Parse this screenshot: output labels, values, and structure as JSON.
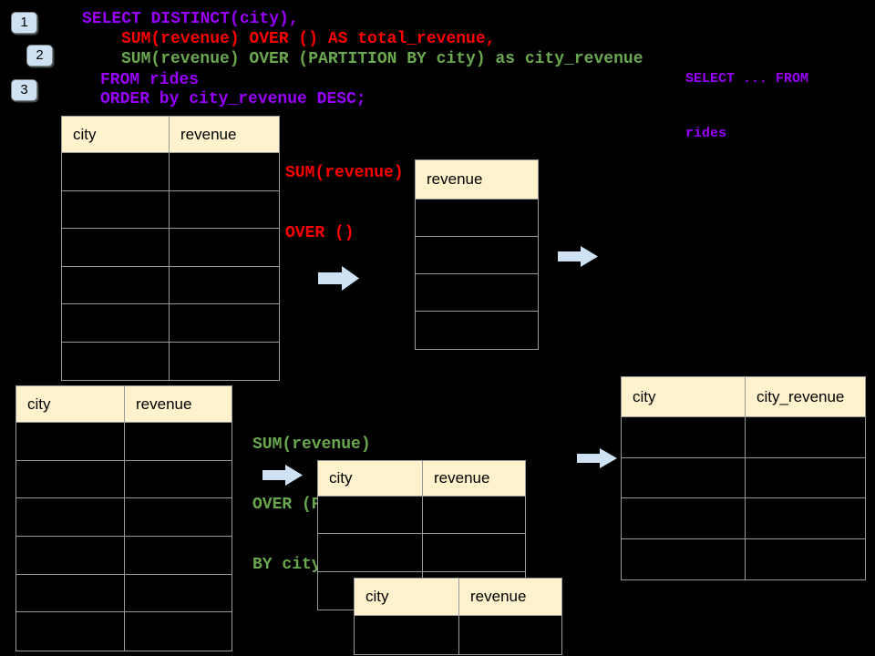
{
  "colors": {
    "background": "#000000",
    "sql_purple": "#9900ff",
    "sql_red": "#ff0000",
    "sql_green": "#6aa84f",
    "table_header_fill": "#fff2cc",
    "table_border": "#999999",
    "arrow_fill": "#cfe2f3",
    "badge_fill": "#cfe2f3"
  },
  "badges": [
    {
      "label": "1"
    },
    {
      "label": "2"
    },
    {
      "label": "3"
    }
  ],
  "sql": {
    "lines": [
      {
        "text": "SELECT DISTINCT(city),",
        "color": "purple"
      },
      {
        "text": "SUM(revenue) OVER () AS total_revenue,",
        "color": "red"
      },
      {
        "text": "SUM(revenue) OVER (PARTITION BY city) as city_revenue",
        "color": "green"
      },
      {
        "text": "FROM rides",
        "color": "purple"
      },
      {
        "text": "ORDER by city_revenue DESC;",
        "color": "purple"
      }
    ]
  },
  "side_note": {
    "line1": "SELECT ... FROM",
    "line2": "rides"
  },
  "annotations": {
    "total_revenue_label": {
      "line1": "SUM(revenue)",
      "line2": "OVER ()"
    },
    "partition_label": {
      "line1": "SUM(revenue)",
      "line2": "OVER (PARTITION",
      "line3": "BY city)"
    }
  },
  "tables": {
    "source_top": {
      "headers": [
        "city",
        "revenue"
      ],
      "empty_rows": 6
    },
    "total_revenue": {
      "headers": [
        "revenue"
      ],
      "empty_rows": 4
    },
    "source_bottom": {
      "headers": [
        "city",
        "revenue"
      ],
      "empty_rows": 6
    },
    "partition_front": {
      "headers": [
        "city",
        "revenue"
      ],
      "empty_rows": 3
    },
    "partition_back": {
      "headers": [
        "city",
        "revenue"
      ],
      "empty_rows": 1
    },
    "result": {
      "headers": [
        "city",
        "city_revenue"
      ],
      "empty_rows": 4
    }
  },
  "icons": {
    "arrow_right": "block-arrow-right"
  }
}
